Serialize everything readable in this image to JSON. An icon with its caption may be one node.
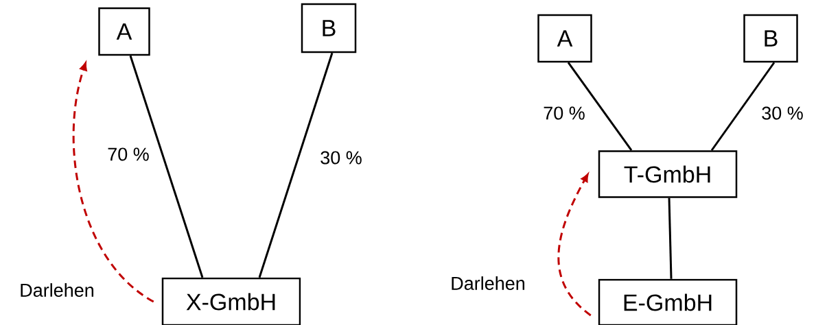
{
  "diagram": {
    "nodes": [
      {
        "text": [
          "A"
        ]
      },
      {
        "text": [
          "B"
        ]
      },
      {
        "text": [
          "X-GmbH"
        ]
      },
      {
        "text": [
          "A"
        ]
      },
      {
        "text": [
          "B"
        ]
      },
      {
        "text": [
          "T-GmbH"
        ]
      },
      {
        "text": [
          "E-GmbH"
        ]
      }
    ],
    "edges": [
      {
        "from": 0,
        "to": 2,
        "arrow": "none",
        "label": "70 %"
      },
      {
        "from": 1,
        "to": 2,
        "arrow": "none",
        "label": "30 %"
      },
      {
        "from": 2,
        "to": 0,
        "arrow": "to",
        "style": "dashed",
        "color": "#c00000",
        "label": "Darlehen"
      },
      {
        "from": 3,
        "to": 5,
        "arrow": "none",
        "label": "70 %"
      },
      {
        "from": 4,
        "to": 5,
        "arrow": "none",
        "label": "30 %"
      },
      {
        "from": 5,
        "to": 6,
        "arrow": "none"
      },
      {
        "from": 6,
        "to": 5,
        "arrow": "to",
        "style": "dashed",
        "color": "#c00000",
        "label": "Darlehen"
      }
    ]
  }
}
